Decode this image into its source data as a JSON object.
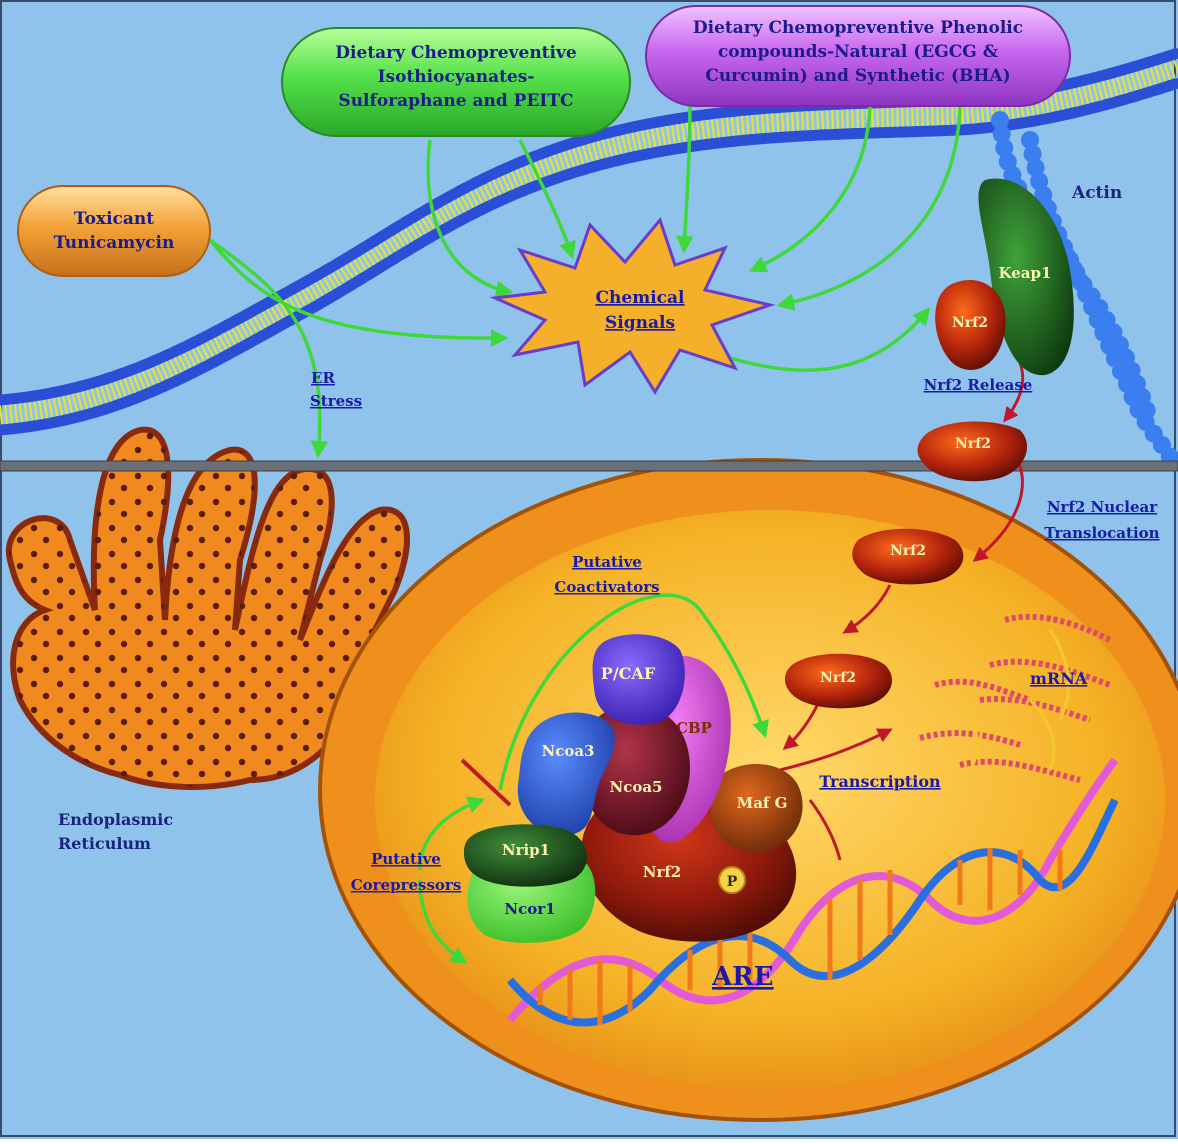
{
  "pills": {
    "isothiocyanates": [
      "Dietary Chemopreventive",
      "Isothiocyanates-",
      "Sulforaphane and PEITC"
    ],
    "phenolic": [
      "Dietary Chemopreventive Phenolic",
      "compounds-Natural (EGCG &",
      "Curcumin) and Synthetic (BHA)"
    ],
    "toxicant": [
      "Toxicant",
      "Tunicamycin"
    ]
  },
  "labels": {
    "chemical_signals": [
      "Chemical",
      "Signals"
    ],
    "actin": "Actin",
    "keap1": "Keap1",
    "nrf2": "Nrf2",
    "nrf2_release": "Nrf2 Release",
    "er_stress": [
      "ER",
      "Stress"
    ],
    "nrf2_nuclear_translocation": [
      "Nrf2 Nuclear",
      "Translocation"
    ],
    "putative_coactivators": [
      "Putative",
      "Coactivators"
    ],
    "pcaf": "P/CAF",
    "cbp": "CBP",
    "ncoa3": "Ncoa3",
    "ncoa5": "Ncoa5",
    "maf_g": "Maf G",
    "mrna": "mRNA",
    "transcription": "Transcription",
    "endoplasmic_reticulum": [
      "Endoplasmic",
      "Reticulum"
    ],
    "nrip1": "Nrip1",
    "putative_corepressors": [
      "Putative",
      "Corepressors"
    ],
    "ncor1": "Ncor1",
    "p": "P",
    "are": "ARE"
  },
  "colors": {
    "background": "#8fc3ec",
    "membrane_head": "#2a4fd6",
    "membrane_tail": "#e8e430",
    "er": "#f08a1e",
    "nucleus_rim": "#f0901c",
    "nucleus_inner": "#f5b226",
    "pill_green": "#4fe04a",
    "pill_violet": "#c060ee",
    "pill_orange": "#f3a23a",
    "star": "#f4b02a",
    "arrow_green": "#3fd83a",
    "arrow_red": "#c0182a"
  }
}
